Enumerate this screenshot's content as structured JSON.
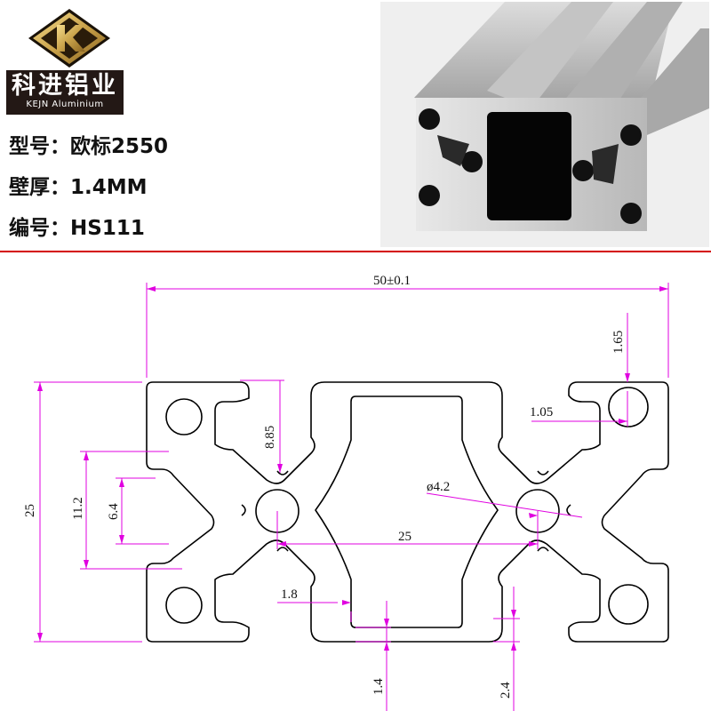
{
  "brand": {
    "name_cn": "科进铝业",
    "name_en": "KEJN Aluminium"
  },
  "specs": [
    {
      "label": "型号：",
      "value": "欧标2550"
    },
    {
      "label": "壁厚：",
      "value": "1.4MM"
    },
    {
      "label": "编号：",
      "value": "HS111"
    }
  ],
  "drawing": {
    "dims": {
      "overall_width": "50±0.1",
      "overall_height": "25",
      "height_11_2": "11.2",
      "height_6_4": "6.4",
      "depth_8_85": "8.85",
      "dim_1_65": "1.65",
      "dim_1_05": "1.05",
      "hole_dia": "ø4.2",
      "center_distance": "25",
      "dim_1_8": "1.8",
      "dim_1_4": "1.4",
      "dim_2_4": "2.4"
    }
  },
  "colors": {
    "dimension_lines": "#e000e0",
    "divider": "#d40000",
    "brand_gold": "#c9a24a",
    "brand_background": "#231815",
    "outline": "#000000"
  },
  "icons": {
    "logo": "k-diamond-logo"
  }
}
